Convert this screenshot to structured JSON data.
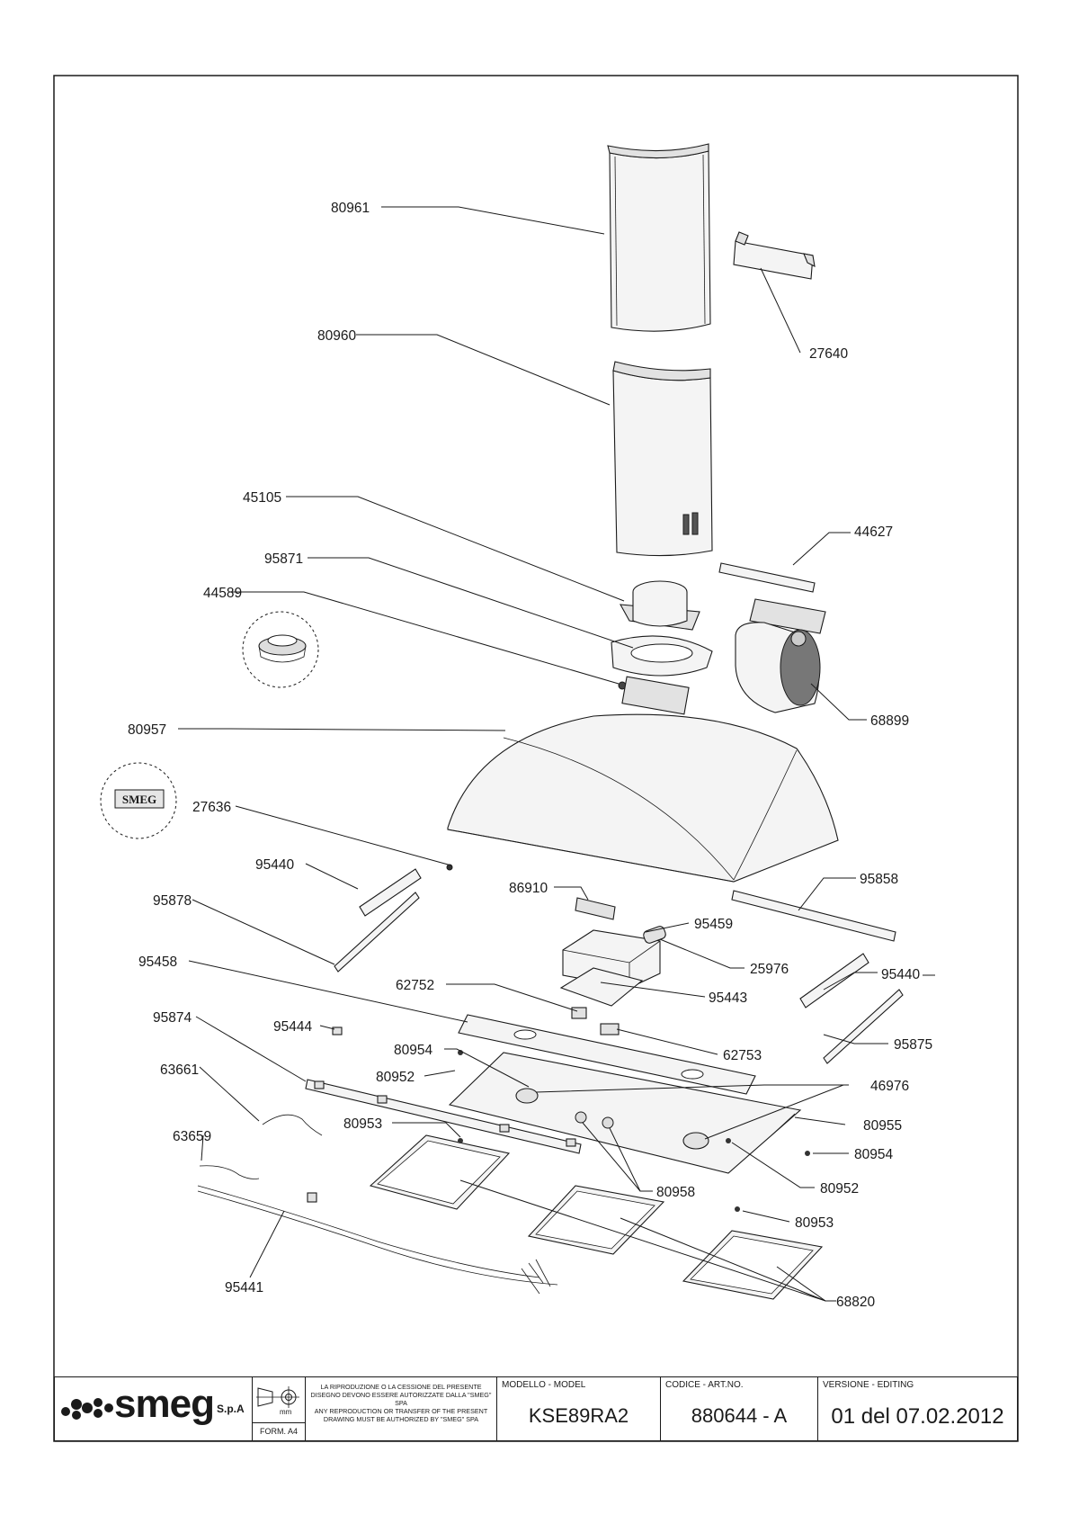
{
  "labels": {
    "l80961": "80961",
    "l27640": "27640",
    "l80960": "80960",
    "l45105": "45105",
    "l44627": "44627",
    "l95871": "95871",
    "l44589": "44589",
    "l68899": "68899",
    "l80957": "80957",
    "l27636": "27636",
    "l95440a": "95440",
    "l95858": "95858",
    "l86910": "86910",
    "l95878": "95878",
    "l95459": "95459",
    "l25976": "25976",
    "l95440b": "95440",
    "l95458": "95458",
    "l62752": "62752",
    "l95443": "95443",
    "l95874": "95874",
    "l95444": "95444",
    "l80954a": "80954",
    "l62753": "62753",
    "l95875": "95875",
    "l80952a": "80952",
    "l46976": "46976",
    "l63661": "63661",
    "l80953a": "80953",
    "l80955": "80955",
    "l63659": "63659",
    "l80954b": "80954",
    "l80952b": "80952",
    "l80958": "80958",
    "l80953b": "80953",
    "l95441": "95441",
    "l68820": "68820"
  },
  "logo_badge": "SMEG",
  "title_block": {
    "brand": "smeg",
    "brand_suffix": "S.p.A",
    "unit": "mm",
    "form": "FORM. A4",
    "notice_it": "LA RIPRODUZIONE O LA CESSIONE DEL PRESENTE DISEGNO DEVONO ESSERE AUTORIZZATE DALLA \"SMEG\" SPA",
    "notice_en": "ANY REPRODUCTION OR TRANSFER OF THE PRESENT DRAWING MUST BE AUTHORIZED BY \"SMEG\" SPA",
    "model_caption": "MODELLO - MODEL",
    "model": "KSE89RA2",
    "code_caption": "CODICE - ART.NO.",
    "code": "880644 - A",
    "version_caption": "VERSIONE - EDITING",
    "version": "01 del 07.02.2012"
  }
}
